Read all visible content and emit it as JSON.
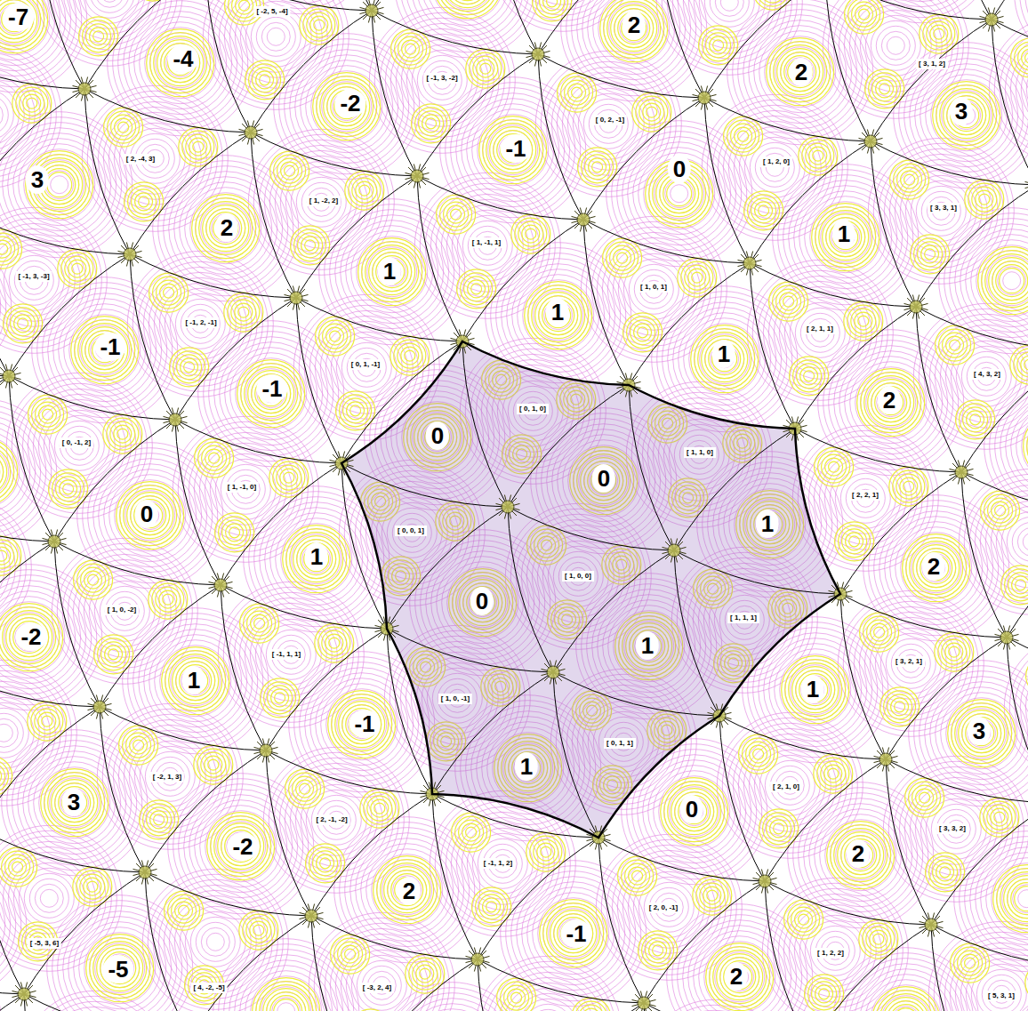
{
  "diagram": {
    "labels": [
      "-7",
      "-4",
      "2",
      "2",
      "-2",
      "3",
      "-1",
      "3",
      "0",
      "2",
      "1",
      "1",
      "1",
      "1",
      "-1",
      "-1",
      "2",
      "0",
      "0",
      "1",
      "0",
      "1",
      "2",
      "0",
      "-2",
      "1",
      "1",
      "1",
      "-1",
      "3",
      "1",
      "0",
      "3",
      "-2",
      "2",
      "2",
      "-1",
      "-5",
      "2",
      "[ -2, 5, -4]",
      "[ -1, 3, -2]",
      "[ 0, 2, -1]",
      "[ 3, 1, 2]",
      "[ 2, -4, 3]",
      "[ 1, 2, 0]",
      "[ 1, -2, 2]",
      "[ 3, 3, 1]",
      "[ 1, -1, 1]",
      "[ -1, 3, -3]",
      "[ 1, 0, 1]",
      "[ -1, 2, -1]",
      "[ 2, 1, 1]",
      "[ 0, 1, -1]",
      "[ 4, 3, 2]",
      "[ 0, 1, 0]",
      "[ 0, -1, 2]",
      "[ 1, 1, 0]",
      "[ 1, -1, 0]",
      "[ 2, 2, 1]",
      "[ 0, 0, 1]",
      "[ 1, 0, -2]",
      "[ 1, 0, 0]",
      "[ 1, 1, 1]",
      "[ -1, 1, 1]",
      "[ 3, 2, 1]",
      "[ 1, 0, -1]",
      "[ 0, 1, 1]",
      "[ -2, 1, 3]",
      "[ 2, 1, 0]",
      "[ 2, -1, -2]",
      "[ 3, 3, 2]",
      "[ -1, 1, 2]",
      "[ 2, 0, -1]",
      "[ -5, 3, 6]",
      "[ 4, -2, -5]",
      "[ 1, 2, 2]",
      "[ -3, 2, 4]",
      "[ 5, 3, 1]"
    ]
  }
}
